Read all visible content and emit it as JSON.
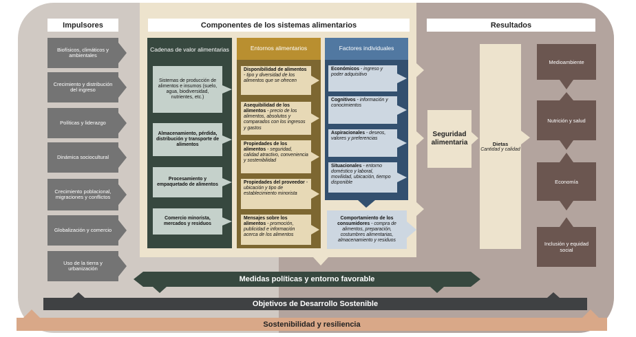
{
  "headers": {
    "drivers": "Impulsores",
    "components": "Componentes de los sistemas alimentarios",
    "results": "Resultados"
  },
  "drivers": [
    "Biofísicos, climáticos y ambientales",
    "Crecimiento y distribución del ingreso",
    "Políticas y liderazgo",
    "Dinámica sociocultural",
    "Crecimiento poblacional, migraciones y conflictos",
    "Globalización y comercio",
    "Uso de la tierra y urbanización"
  ],
  "columns": {
    "value_chains": {
      "title": "Cadenas de valor alimentarias",
      "items": [
        "Sistemas de producción de alimentos e insumos (suelo, agua, biodiversidad, nutrientes, etc.)",
        "Almacenamiento, pérdida, distribución y transporte de alimentos",
        "Procesamiento y empaquetado de alimentos",
        "Comercio minorista, mercados y residuos"
      ]
    },
    "environments": {
      "title": "Entornos alimentarios",
      "items": [
        {
          "bold": "Disponibilidad de alimentos",
          "rest": " - tipo y diversidad de los alimentos que se ofrecen"
        },
        {
          "bold": "Asequibilidad de los alimentos",
          "rest": " - precio de los alimentos, absolutos y comparados con los ingresos y gastos"
        },
        {
          "bold": "Propiedades de los alimentos",
          "rest": " - seguridad, calidad atractivo, conveniencia y sostenibilidad"
        },
        {
          "bold": "Propiedades del proveedor",
          "rest": " - ubicación y tipo de establecimiento minorista"
        },
        {
          "bold": "Mensajes sobre los alimentos",
          "rest": " - promoción, publicidad e información acerca de los alimentos"
        }
      ]
    },
    "individual": {
      "title": "Factores individuales",
      "items": [
        {
          "bold": "Económicos",
          "rest": " - ingreso y poder adquisitivo"
        },
        {
          "bold": "Cognitivos",
          "rest": " - información y conocimientos"
        },
        {
          "bold": "Aspiracionales",
          "rest": " - deseos, valores y preferencias"
        },
        {
          "bold": "Situacionales",
          "rest": " - entorno doméstico y laboral, movilidad, ubicación, tiempo disponible"
        }
      ]
    },
    "consumer": {
      "bold": "Comportamiento de los consumidores",
      "rest": " - compra de alimentos, preparación, costumbres alimentarias, almacenamiento y residuos"
    }
  },
  "food_security": "Seguridad alimentaria",
  "diets": {
    "title": "Dietas",
    "subtitle": "Cantidad y calidad"
  },
  "results": [
    "Medioambiente",
    "Nutrición y salud",
    "Economía",
    "Inclusión y equidad social"
  ],
  "bands": {
    "policy": "Medidas políticas y entorno favorable",
    "sdg": "Objetivos de Desarrollo Sostenible",
    "sustainability": "Sostenibilidad y resiliencia"
  },
  "colors": {
    "value_chain": "#37483f",
    "value_chain_card": "#c5d1cb",
    "environment": "#7d6731",
    "environment_header": "#b98f30",
    "environment_card": "#e7d9b6",
    "individual": "#33506f",
    "individual_header": "#5178a1",
    "individual_card": "#cdd7e1",
    "driver": "#747474",
    "result": "#6b5650",
    "sustainability": "#d9a888"
  }
}
